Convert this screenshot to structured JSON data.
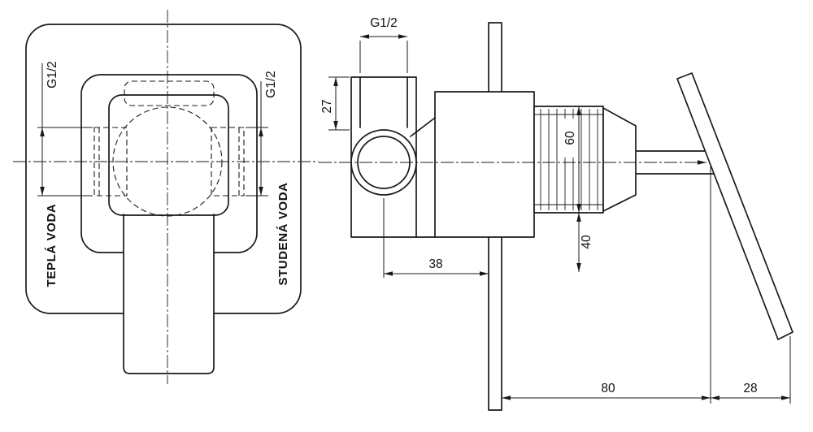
{
  "colors": {
    "line": "#1a1a1a",
    "background": "#ffffff"
  },
  "front_view": {
    "port_left_label": "G1/2",
    "port_right_label": "G1/2",
    "hot_label": "TEPLÁ VODA",
    "cold_label": "STUDENÁ VODA"
  },
  "side_view": {
    "top_port_label": "G1/2",
    "dim_port_depth": "27",
    "dim_center_to_wall": "38",
    "dim_trim_height": "60",
    "dim_trim_lower": "40",
    "dim_wall_to_lever": "80",
    "dim_lever_offset": "28"
  }
}
